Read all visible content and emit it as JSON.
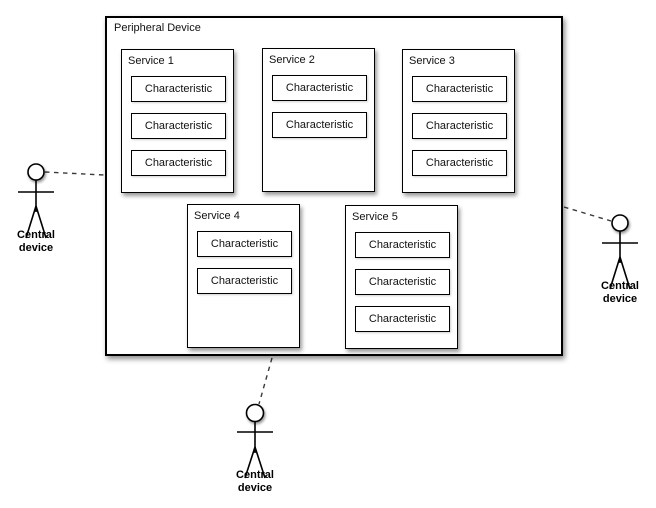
{
  "diagram": {
    "peripheral": {
      "title": "Peripheral Device",
      "services": [
        {
          "name": "Service 1",
          "characteristics": [
            "Characteristic",
            "Characteristic",
            "Characteristic"
          ]
        },
        {
          "name": "Service 2",
          "characteristics": [
            "Characteristic",
            "Characteristic"
          ]
        },
        {
          "name": "Service 3",
          "characteristics": [
            "Characteristic",
            "Characteristic",
            "Characteristic"
          ]
        },
        {
          "name": "Service 4",
          "characteristics": [
            "Characteristic",
            "Characteristic"
          ]
        },
        {
          "name": "Service 5",
          "characteristics": [
            "Characteristic",
            "Characteristic",
            "Characteristic"
          ]
        }
      ]
    },
    "actors": [
      {
        "label": "Central device",
        "position": "left"
      },
      {
        "label": "Central device",
        "position": "right"
      },
      {
        "label": "Central device",
        "position": "bottom"
      }
    ],
    "colors": {
      "stroke": "#000000",
      "background": "#ffffff",
      "connection_line": "#3a3a3a"
    }
  }
}
